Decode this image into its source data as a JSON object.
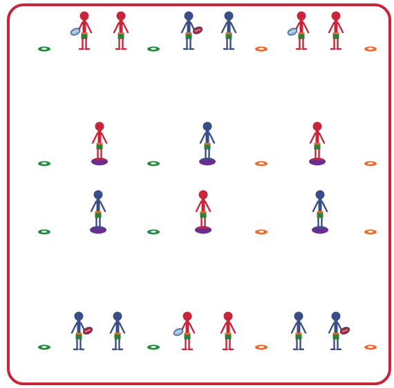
{
  "colors": {
    "border": "#c8243a",
    "red_player": "#c8243a",
    "blue_player": "#3a4e86",
    "shorts": "#2f7d3a",
    "belt": "#e0702a",
    "green_cone": "#1f8a3c",
    "orange_cone": "#f0692a",
    "purple_pad": "#6a2d91",
    "ball_blue": "#8fb8e0",
    "ball_red": "#b2283a"
  },
  "icons": {
    "cone": "cone-icon",
    "player": "player-icon",
    "ball": "ball-icon",
    "pad": "balance-pad-icon"
  },
  "rows": [
    {
      "cones": [
        "green",
        "green",
        "orange",
        "orange"
      ],
      "players": [
        {
          "team": "red",
          "ball": "blue-left"
        },
        {
          "team": "red",
          "ball": "none"
        },
        {
          "team": "blue",
          "ball": "red-right"
        },
        {
          "team": "blue",
          "ball": "none"
        },
        {
          "team": "red",
          "ball": "blue-left"
        },
        {
          "team": "red",
          "ball": "none"
        }
      ]
    },
    {
      "cones": [
        "green",
        "green",
        "orange",
        "orange"
      ],
      "players": [
        {
          "team": "red",
          "pad": true
        },
        {
          "team": "blue",
          "pad": true
        },
        {
          "team": "red",
          "pad": true
        }
      ]
    },
    {
      "cones": [
        "green",
        "green",
        "orange",
        "orange"
      ],
      "players": [
        {
          "team": "blue",
          "pad": true
        },
        {
          "team": "red",
          "pad": true
        },
        {
          "team": "blue",
          "pad": true
        }
      ]
    },
    {
      "cones": [
        "green",
        "green",
        "orange",
        "orange"
      ],
      "players": [
        {
          "team": "blue",
          "ball": "red-right"
        },
        {
          "team": "blue",
          "ball": "none"
        },
        {
          "team": "red",
          "ball": "blue-left"
        },
        {
          "team": "red",
          "ball": "none"
        },
        {
          "team": "blue",
          "ball": "none"
        },
        {
          "team": "blue",
          "ball": "red-right"
        }
      ]
    }
  ]
}
